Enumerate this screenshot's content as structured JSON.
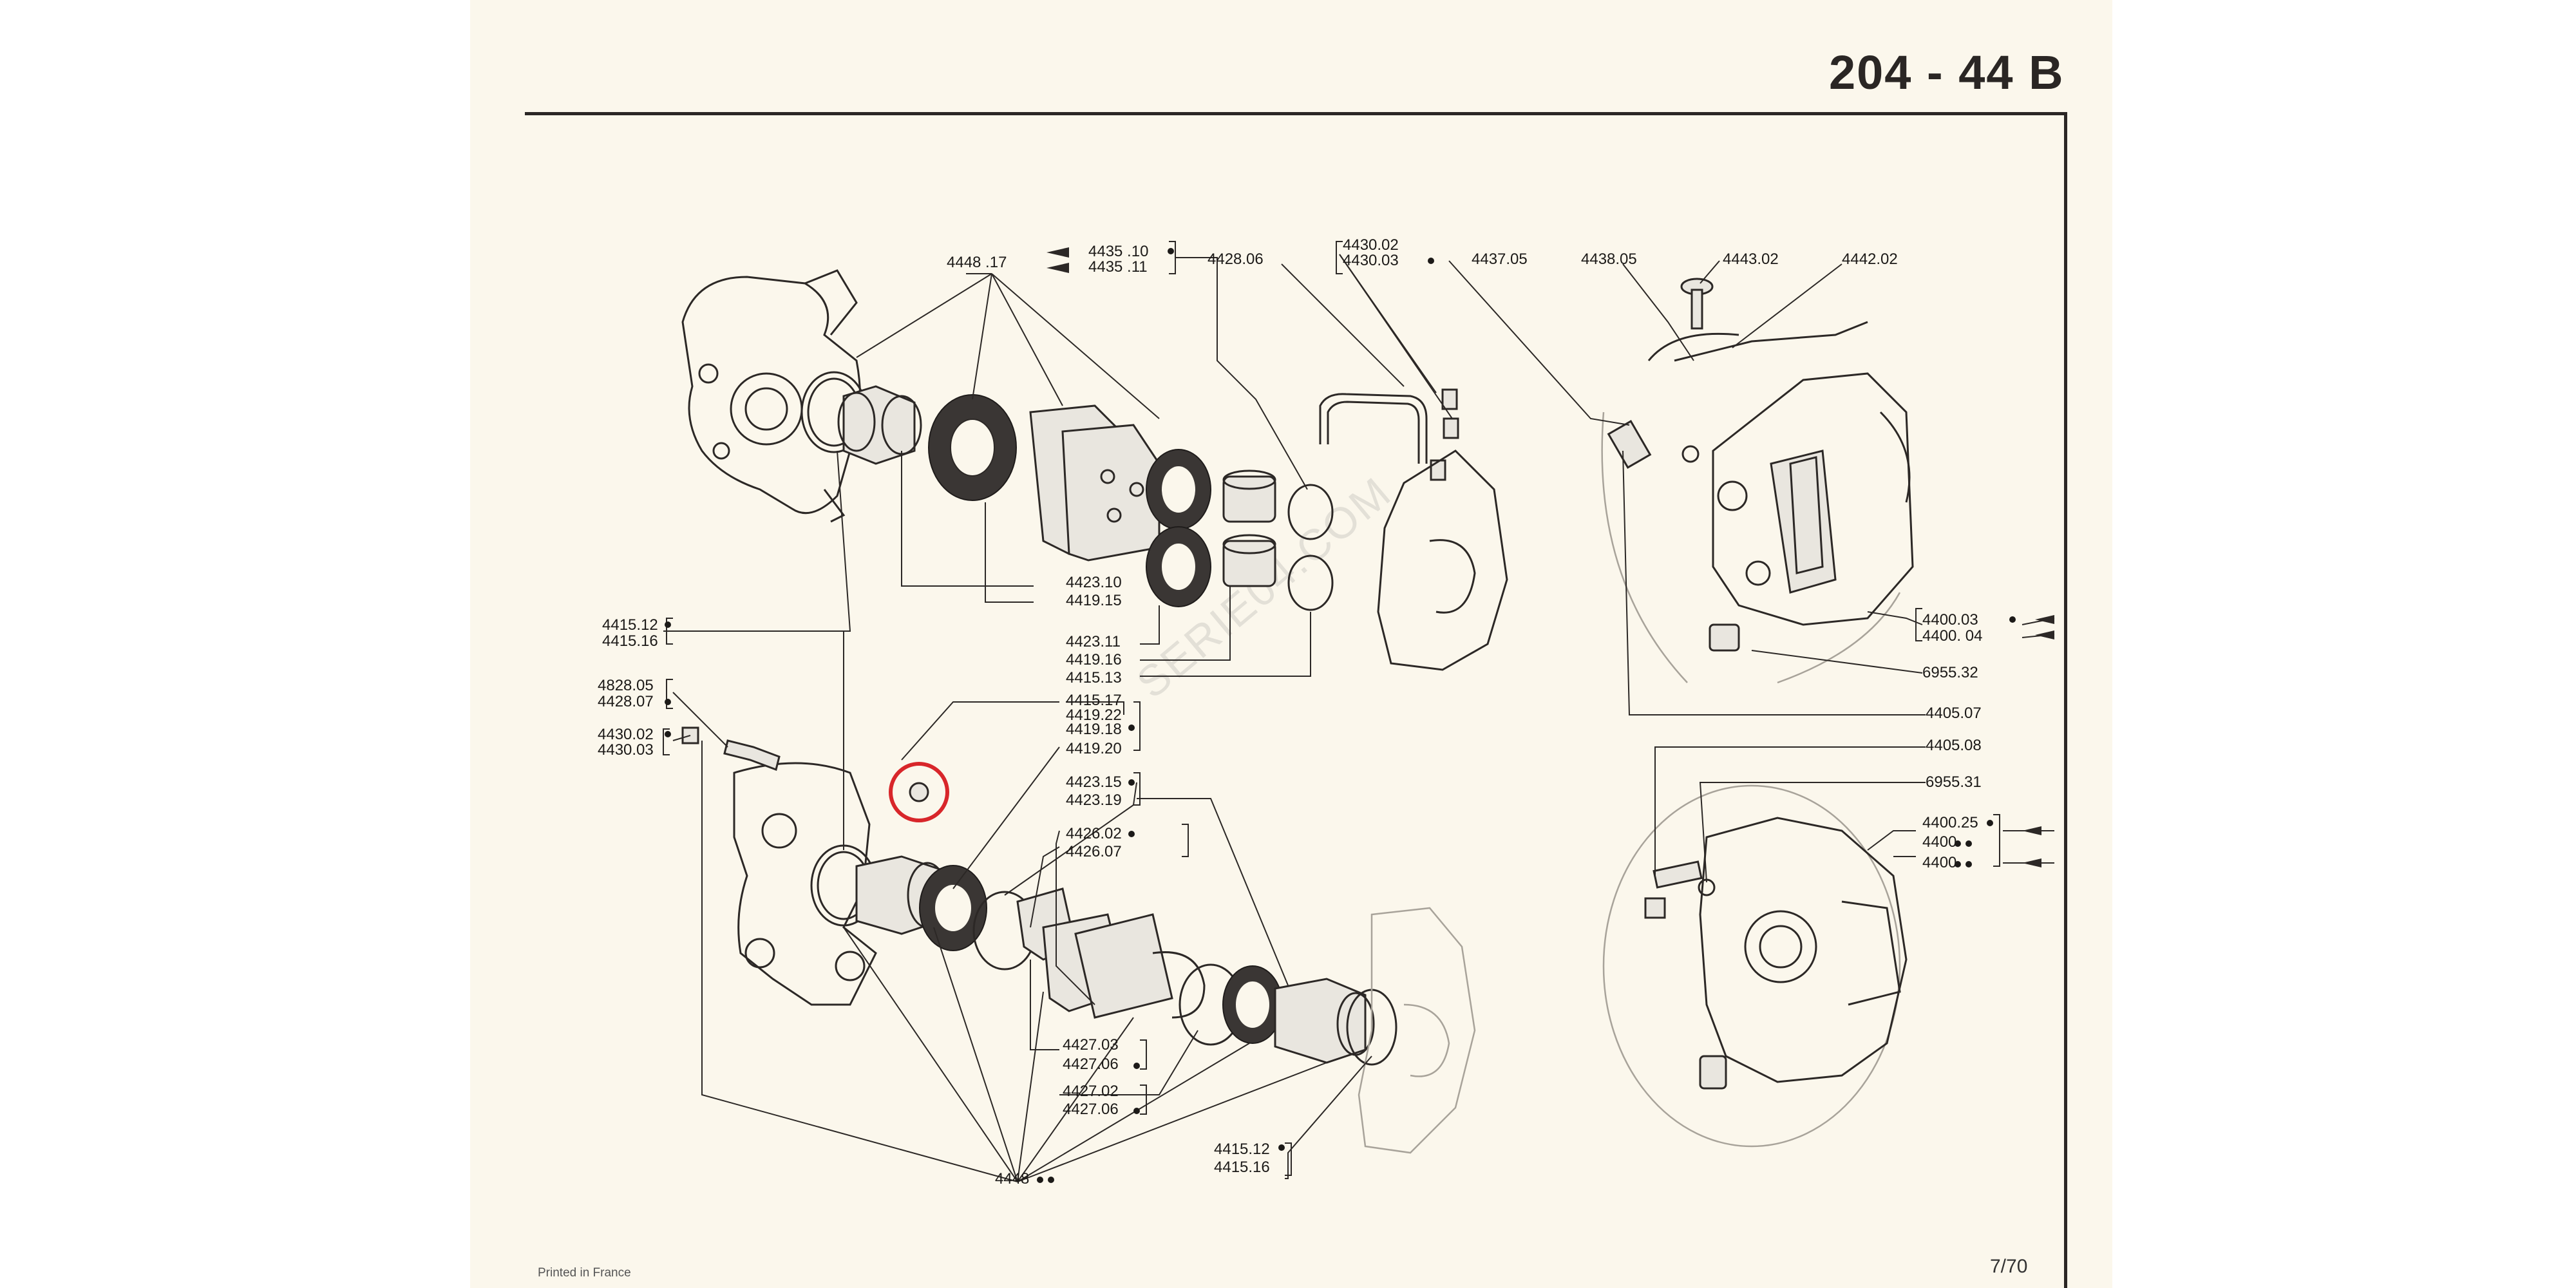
{
  "page": {
    "title": "204 - 44 B",
    "footer_left": "Printed in France",
    "page_number": "7/70",
    "watermark": "SERIE04.COM"
  },
  "labels": {
    "l_4448_17": "4448 .17",
    "l_4435_10": "4435 .10",
    "l_4435_11": "4435 .11",
    "l_4428_06": "4428.06",
    "l_4430_02_top": "4430.02",
    "l_4430_03_top": "4430.03",
    "l_4437_05": "4437.05",
    "l_4438_05": "4438.05",
    "l_4443_02": "4443.02",
    "l_4442_02": "4442.02",
    "l_4423_10": "4423.10",
    "l_4419_15": "4419.15",
    "l_4423_11": "4423.11",
    "l_4419_16": "4419.16",
    "l_4415_13": "4415.13",
    "l_4415_17": "4415.17",
    "l_4419_22": "4419.22",
    "l_4419_18": "4419.18",
    "l_4419_20": "4419.20",
    "l_4423_15": "4423.15",
    "l_4423_19": "4423.19",
    "l_4426_02": "4426.02",
    "l_4426_07": "4426.07",
    "l_4427_03": "4427.03",
    "l_4427_06a": "4427.06",
    "l_4427_02": "4427.02",
    "l_4427_06b": "4427.06",
    "l_4448_bottom": "4448",
    "l_4415_12_bottom": "4415.12",
    "l_4415_16_bottom": "4415.16",
    "l_4415_12_left": "4415.12",
    "l_4415_16_left": "4415.16",
    "l_4828_05": "4828.05",
    "l_4428_07": "4428.07",
    "l_4430_02_left": "4430.02",
    "l_4430_03_left": "4430.03",
    "l_4400_03": "4400.03",
    "l_4400_04": "4400. 04",
    "l_6955_32": "6955.32",
    "l_4405_07": "4405.07",
    "l_4405_08": "4405.08",
    "l_6955_31": "6955.31",
    "l_4400_25": "4400.25",
    "l_4400_a": "4400",
    "l_4400_b": "4400"
  }
}
